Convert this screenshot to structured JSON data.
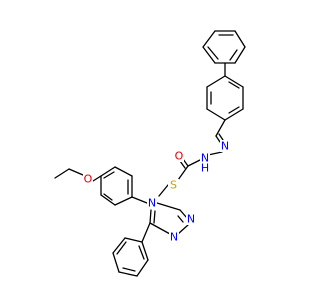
{
  "molecule": {
    "atoms": [
      {
        "symbol": "O",
        "color": "#e00000"
      },
      {
        "symbol": "N",
        "color": "#0000ff"
      },
      {
        "symbol": "N",
        "color": "#0000ff"
      },
      {
        "symbol": "H",
        "color": "#0000ff"
      },
      {
        "symbol": "S",
        "color": "#c8a000"
      },
      {
        "symbol": "O",
        "color": "#e00000"
      },
      {
        "symbol": "N",
        "color": "#0000ff"
      },
      {
        "symbol": "N",
        "color": "#0000ff"
      },
      {
        "symbol": "N",
        "color": "#0000ff"
      }
    ],
    "bond_color": "#000000"
  }
}
